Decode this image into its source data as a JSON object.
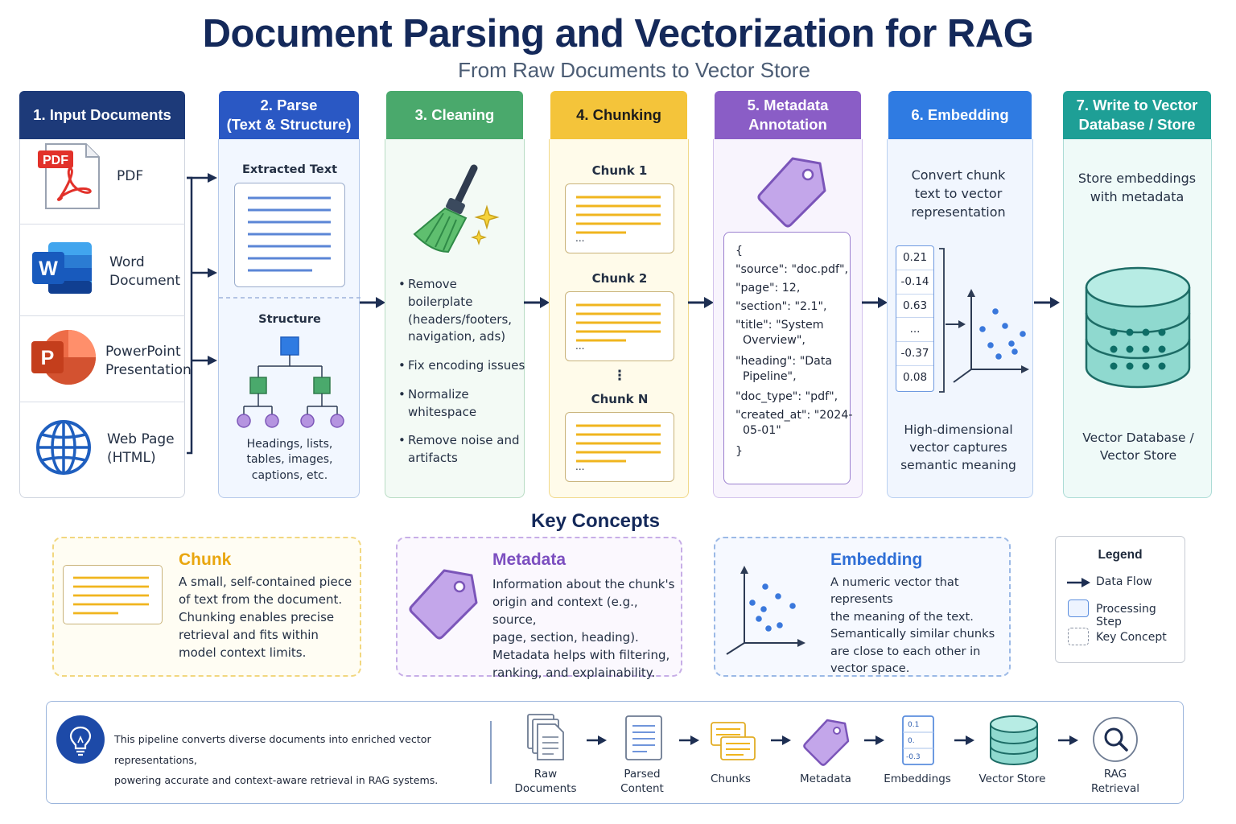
{
  "title": "Document Parsing and Vectorization for RAG",
  "subtitle": "From Raw Documents to Vector Store",
  "stages": [
    {
      "label": "1. Input Documents",
      "color": "#1d3a79"
    },
    {
      "label": "2. Parse\n(Text & Structure)",
      "color": "#2a58c4"
    },
    {
      "label": "3. Cleaning",
      "color": "#4aa96c"
    },
    {
      "label": "4. Chunking",
      "color": "#f4c43a"
    },
    {
      "label": "5. Metadata\nAnnotation",
      "color": "#8a5dc6"
    },
    {
      "label": "6. Embedding",
      "color": "#2f7be2"
    },
    {
      "label": "7. Write to Vector\nDatabase / Store",
      "color": "#1e9f96"
    }
  ],
  "input_documents": {
    "items": [
      {
        "label": "PDF",
        "icon": "pdf-icon",
        "badge": "PDF"
      },
      {
        "label": "Word\nDocument",
        "icon": "word-icon",
        "badge": "W"
      },
      {
        "label": "PowerPoint\nPresentation",
        "icon": "powerpoint-icon",
        "badge": "P"
      },
      {
        "label": "Web Page\n(HTML)",
        "icon": "globe-icon"
      }
    ]
  },
  "parse": {
    "extracted_text_label": "Extracted Text",
    "structure_label": "Structure",
    "structure_caption": "Headings, lists,\ntables, images,\ncaptions, etc."
  },
  "cleaning": {
    "icon": "broom-icon",
    "bullets": [
      "Remove boilerplate (headers/footers, navigation, ads)",
      "Fix encoding issues",
      "Normalize whitespace",
      "Remove noise and artifacts"
    ]
  },
  "chunking": {
    "chunks": [
      "Chunk 1",
      "Chunk 2",
      "Chunk N"
    ],
    "ellipsis": "...",
    "vertical_ellipsis": "⋮"
  },
  "metadata": {
    "icon": "tag-icon",
    "code_lines": [
      "{",
      "\"source\": \"doc.pdf\",",
      "\"page\": 12,",
      "\"section\": \"2.1\",",
      "\"title\": \"System",
      "  Overview\",",
      "\"heading\": \"Data",
      "  Pipeline\",",
      "\"doc_type\": \"pdf\",",
      "\"created_at\": \"2024-",
      "  05-01\"",
      "}"
    ]
  },
  "embedding": {
    "caption_top": "Convert chunk\ntext to vector\nrepresentation",
    "vector": [
      "0.21",
      "-0.14",
      "0.63",
      "...",
      "-0.37",
      "0.08"
    ],
    "caption_bottom": "High-dimensional\nvector captures\nsemantic meaning"
  },
  "vector_store": {
    "caption_top": "Store embeddings\nwith metadata",
    "caption_bottom": "Vector Database /\nVector Store",
    "icon": "database-icon"
  },
  "key_concepts": {
    "title": "Key Concepts",
    "items": [
      {
        "title": "Chunk",
        "color": "#e9a60f",
        "desc": "A small, self-contained piece\nof text from the document.\nChunking enables precise\nretrieval and fits within\nmodel context limits."
      },
      {
        "title": "Metadata",
        "color": "#7c4fc0",
        "desc": "Information about the chunk's\norigin and context (e.g., source,\npage, section, heading).\nMetadata helps with filtering,\nranking, and explainability."
      },
      {
        "title": "Embedding",
        "color": "#2f6fd6",
        "desc": "A numeric vector that represents\nthe meaning of the text.\nSemantically similar chunks\nare close to each other in\nvector space."
      }
    ]
  },
  "legend": {
    "title": "Legend",
    "items": [
      "Data Flow",
      "Processing Step",
      "Key Concept"
    ]
  },
  "summary": {
    "icon": "lightbulb-icon",
    "text": "This pipeline converts diverse documents into enriched vector representations,\npowering accurate and context-aware retrieval in RAG systems.",
    "flow": [
      {
        "label": "Raw\nDocuments",
        "icon": "documents-icon"
      },
      {
        "label": "Parsed\nContent",
        "icon": "parsed-content-icon"
      },
      {
        "label": "Chunks",
        "icon": "chunks-icon"
      },
      {
        "label": "Metadata",
        "icon": "tag-icon"
      },
      {
        "label": "Embeddings",
        "icon": "embeddings-icon",
        "values": [
          "0.1",
          "0.",
          "-0.3"
        ]
      },
      {
        "label": "Vector Store",
        "icon": "database-icon"
      },
      {
        "label": "RAG\nRetrieval",
        "icon": "magnifier-icon"
      }
    ]
  }
}
